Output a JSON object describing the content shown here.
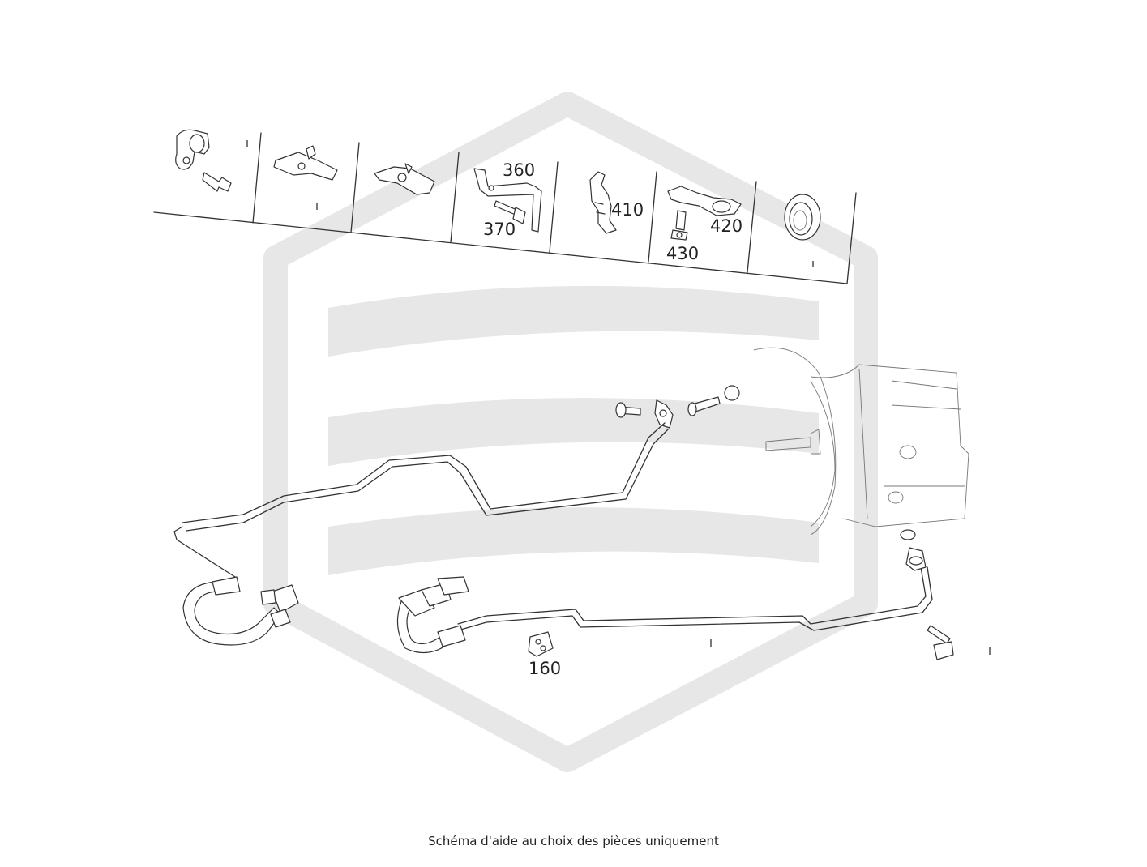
{
  "caption": "Schéma d'aide au choix des pièces uniquement",
  "part_labels": {
    "p360": "360",
    "p370": "370",
    "p410": "410",
    "p420": "420",
    "p430": "430",
    "p160": "160"
  },
  "watermark_color": "#e7e7e7",
  "line_color": "#333333"
}
